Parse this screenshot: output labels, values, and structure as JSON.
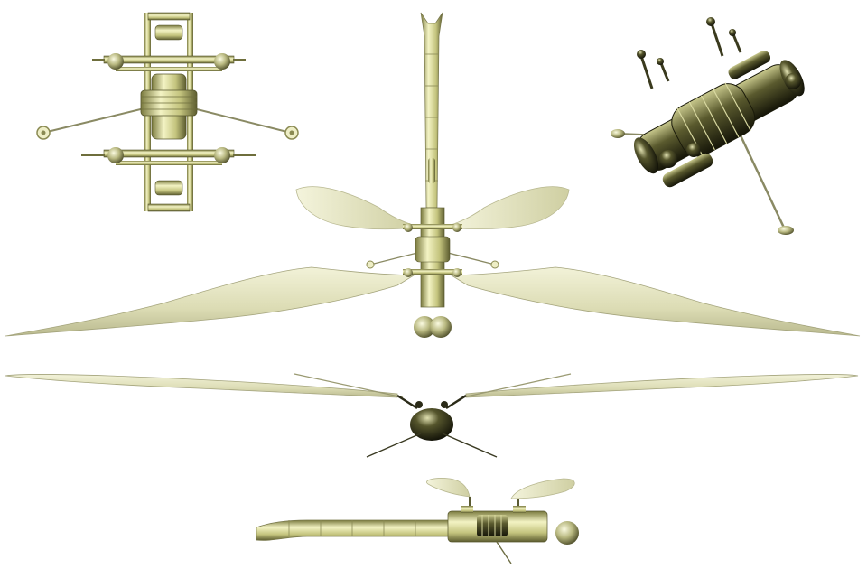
{
  "colors": {
    "background": "#ffffff",
    "wing_light": "#f3f3d6",
    "wing_mid": "#dedeb6",
    "wing_dark": "#b8b88c",
    "wing_edge": "#8f8f6a",
    "metal_light": "#f4f4c8",
    "metal_mid": "#c9c987",
    "metal_dark": "#6e6e3c",
    "metal_shadow": "#2b2b18",
    "rod": "#8a8a64"
  },
  "views": [
    {
      "name": "top-view-mechanism"
    },
    {
      "name": "perspective-view-mechanism"
    },
    {
      "name": "top-view-dragonfly"
    },
    {
      "name": "front-view-dragonfly"
    },
    {
      "name": "side-view-dragonfly"
    }
  ]
}
